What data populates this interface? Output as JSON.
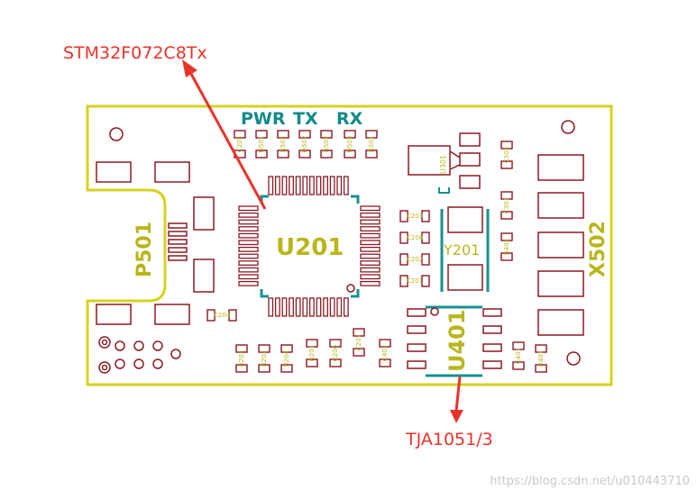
{
  "annotations": {
    "mcu_part": "STM32F072C8Tx",
    "can_part": "TJA1051/3"
  },
  "watermark": "https://blog.csdn.net/u010443710",
  "silkscreen": {
    "led_labels": [
      "PWR",
      "TX",
      "RX"
    ],
    "designators": {
      "mcu": "U201",
      "connector_left": "P501",
      "connector_right": "X502",
      "crystal": "Y201",
      "transceiver": "U401",
      "regulator": "U301"
    },
    "small_parts_top": [
      "C205",
      "D501",
      "R503",
      "D502",
      "R502",
      "D503",
      "R501"
    ],
    "small_parts_mid": [
      "C203",
      "C208",
      "C202",
      "C201"
    ],
    "small_parts_right": [
      "C303",
      "C301",
      "R402"
    ],
    "small_parts_bottom": [
      "R203",
      "R202",
      "R204",
      "C204",
      "R201",
      "C206",
      "C207",
      "C402",
      "C401",
      "R401"
    ]
  },
  "colors": {
    "board_outline": "#d6d21e",
    "pad": "#8a1a22",
    "silk_label": "#b9b61c",
    "led_label": "#138a8a",
    "component_outline": "#1a8f8f",
    "callout": "#e8332a"
  }
}
